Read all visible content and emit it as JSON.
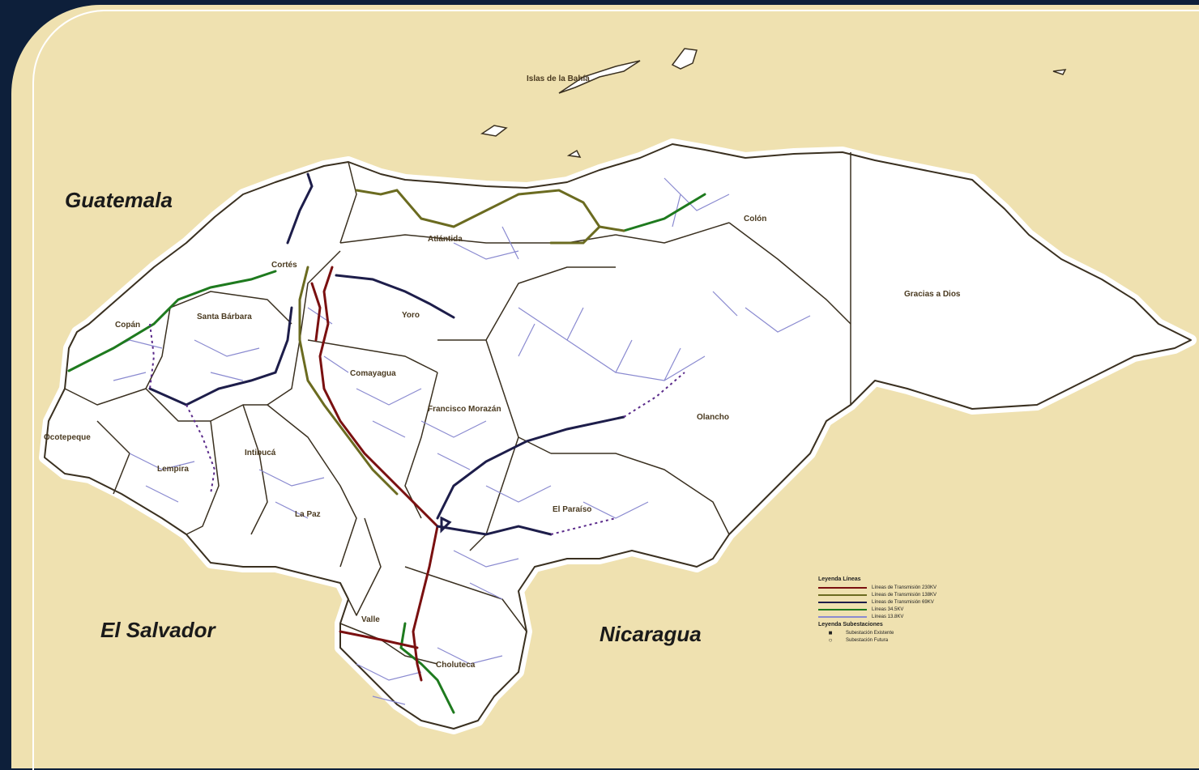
{
  "countries": {
    "guatemala": "Guatemala",
    "el_salvador": "El Salvador",
    "nicaragua": "Nicaragua"
  },
  "departments": {
    "islas": "Islas de la Bahía",
    "atlantida": "Atlántida",
    "colon": "Colón",
    "gracias": "Gracias a Dios",
    "cortes": "Cortés",
    "copan": "Copán",
    "santa_barbara": "Santa Bárbara",
    "yoro": "Yoro",
    "comayagua": "Comayagua",
    "francisco_morazan": "Francisco Morazán",
    "olancho": "Olancho",
    "ocotepeque": "Ocotepeque",
    "lempira": "Lempira",
    "intibuca": "Intibucá",
    "la_paz": "La Paz",
    "el_paraiso": "El Paraíso",
    "valle": "Valle",
    "choluteca": "Choluteca"
  },
  "legend": {
    "title_lines": "Leyenda Líneas",
    "lines": [
      {
        "label": "Líneas de Transmisión 230KV",
        "color": "#7a1010"
      },
      {
        "label": "Líneas de Transmisión 138KV",
        "color": "#6b6b20"
      },
      {
        "label": "Líneas de Transmisión 69KV",
        "color": "#1d1d4a"
      },
      {
        "label": "Líneas 34.5KV",
        "color": "#1e7a1e"
      },
      {
        "label": "Líneas 13.8KV",
        "color": "#8a8ad0"
      }
    ],
    "title_subs": "Leyenda Subestaciones",
    "subs": [
      {
        "marker": "■",
        "label": "Subestación Existente"
      },
      {
        "marker": "○",
        "label": "Subestación Futura"
      }
    ]
  },
  "colors": {
    "background": "#efe1b0",
    "land": "#ffffff",
    "border": "#3a3020",
    "line_230": "#7a1010",
    "line_138": "#6b6b20",
    "line_69": "#1d1d4a",
    "line_34": "#1e7a1e",
    "line_13": "#8a8ad0"
  }
}
